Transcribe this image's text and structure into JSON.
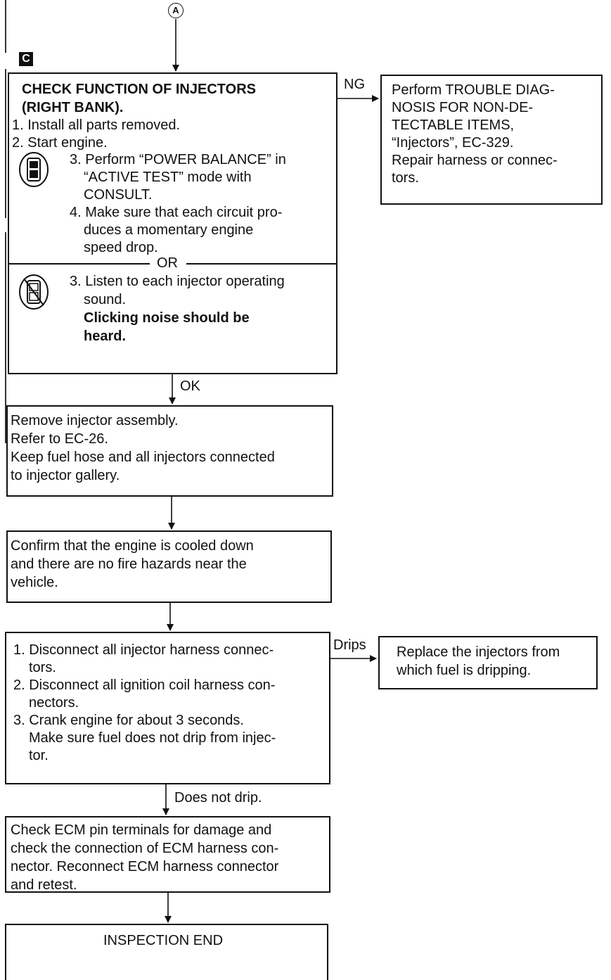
{
  "connector_mark": "A",
  "section_mark": "C",
  "main_box": {
    "title_line1": "CHECK FUNCTION OF INJECTORS",
    "title_line2": "(RIGHT BANK).",
    "step1": "1. Install all parts removed.",
    "step2": "2. Start engine.",
    "consult_step3_l1": "3. Perform “POWER BALANCE” in",
    "consult_step3_l2": "“ACTIVE TEST” mode with",
    "consult_step3_l3": "CONSULT.",
    "consult_step4_l1": "4. Make sure that each circuit pro-",
    "consult_step4_l2": "duces a momentary engine",
    "consult_step4_l3": "speed drop.",
    "or_label": "OR",
    "alt_step3_l1": "3. Listen to each injector operating",
    "alt_step3_l2": "sound.",
    "alt_note_l1": "Clicking noise should be",
    "alt_note_l2": "heard."
  },
  "ng_label": "NG",
  "ng_box": {
    "l1": "Perform TROUBLE DIAG-",
    "l2": "NOSIS FOR NON-DE-",
    "l3": "TECTABLE ITEMS,",
    "l4": "“Injectors”, EC-329.",
    "l5": "Repair harness or connec-",
    "l6": "tors."
  },
  "ok_label": "OK",
  "remove_box": {
    "l1": "Remove injector assembly.",
    "l2": "Refer to EC-26.",
    "l3": "Keep fuel hose and all injectors connected",
    "l4": "to injector gallery."
  },
  "confirm_box": {
    "l1": "Confirm that the engine is cooled down",
    "l2": "and there are no fire hazards near the",
    "l3": "vehicle."
  },
  "disconnect_box": {
    "l1": "1. Disconnect all injector harness connec-",
    "l2": "tors.",
    "l3": "2. Disconnect all ignition coil harness con-",
    "l4": "nectors.",
    "l5": "3. Crank engine for about 3 seconds.",
    "l6": "Make sure fuel does not drip from injec-",
    "l7": "tor."
  },
  "drips_label": "Drips",
  "drips_box": {
    "l1": "Replace the injectors from",
    "l2": "which fuel is dripping."
  },
  "no_drip_label": "Does not drip.",
  "ecm_box": {
    "l1": "Check ECM pin terminals for damage and",
    "l2": "check the connection of ECM harness con-",
    "l3": "nector. Reconnect ECM harness connector",
    "l4": "and retest."
  },
  "end_box": {
    "label": "INSPECTION END"
  },
  "icons": {
    "consult": "consult-tester-icon",
    "no_consult": "no-consult-tester-icon"
  }
}
